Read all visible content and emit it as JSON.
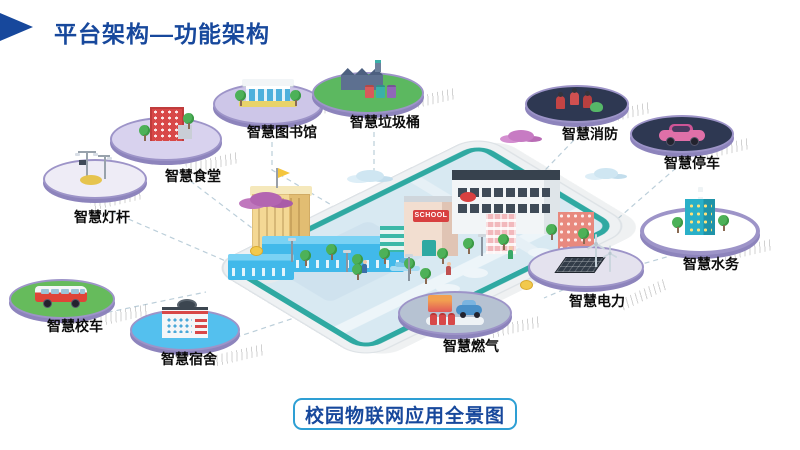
{
  "slide": {
    "title": "平台架构—功能架构",
    "caption": "校园物联网应用全景图"
  },
  "center": {
    "school_sign": "SCHOOL"
  },
  "nodes": [
    {
      "id": "smart-library",
      "label": "智慧图书馆",
      "icon": "library-building-icon",
      "platform_color": "#cdc6e8"
    },
    {
      "id": "smart-trash-bin",
      "label": "智慧垃圾桶",
      "icon": "trash-station-icon",
      "platform_color": "#5cb860"
    },
    {
      "id": "smart-fire-protection",
      "label": "智慧消防",
      "icon": "firefighters-icon",
      "platform_color": "#2e3852"
    },
    {
      "id": "smart-parking",
      "label": "智慧停车",
      "icon": "pink-car-icon",
      "platform_color": "#2e3852"
    },
    {
      "id": "smart-canteen",
      "label": "智慧食堂",
      "icon": "canteen-building-icon",
      "platform_color": "#d8d2ee"
    },
    {
      "id": "smart-light-pole",
      "label": "智慧灯杆",
      "icon": "street-lamp-icon",
      "platform_color": "#eeecf6"
    },
    {
      "id": "smart-water",
      "label": "智慧水务",
      "icon": "water-building-icon",
      "platform_color": "#ffffff"
    },
    {
      "id": "smart-power",
      "label": "智慧电力",
      "icon": "solar-wind-turbine-icon",
      "platform_color": "#e4e2ee"
    },
    {
      "id": "smart-gas",
      "label": "智慧燃气",
      "icon": "gas-station-icon",
      "platform_color": "#b6c2d2"
    },
    {
      "id": "smart-dormitory",
      "label": "智慧宿舍",
      "icon": "dormitory-building-icon",
      "platform_color": "#54c0ee"
    },
    {
      "id": "smart-school-bus",
      "label": "智慧校车",
      "icon": "school-bus-icon",
      "platform_color": "#66bb5c"
    }
  ],
  "colors": {
    "title_blue": "#17489c",
    "caption_border": "#2e9fd4",
    "tablet_band_teal": "#2fa9a2",
    "tablet_screen": "#d8e9f2",
    "connector": "#b8ccd8",
    "platform_rim": "#8d84bc",
    "label_text": "#0b0b0b"
  }
}
